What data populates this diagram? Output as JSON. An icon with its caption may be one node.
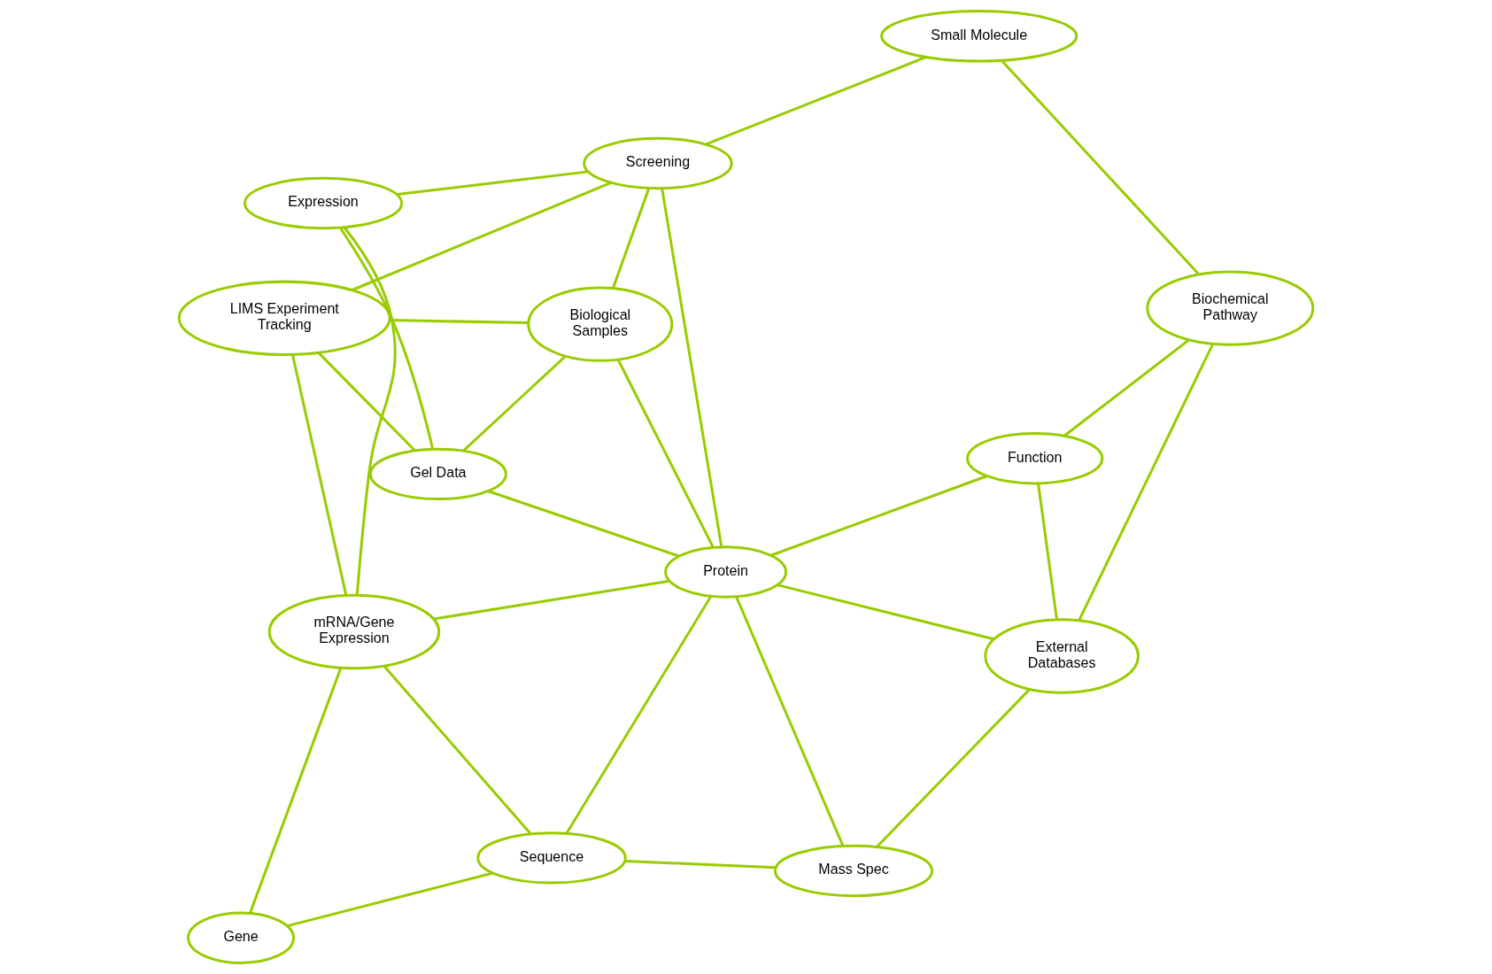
{
  "diagram": {
    "nodes": [
      {
        "text": [
          "Small Molecule"
        ]
      },
      {
        "text": [
          "Screening"
        ]
      },
      {
        "text": [
          "LIMS Experiment Tracking"
        ]
      },
      {
        "text": [
          "Biological Samples"
        ]
      },
      {
        "text": [
          "Expression"
        ]
      },
      {
        "text": [
          "Gel Data"
        ]
      },
      {
        "text": [
          "Protein"
        ]
      },
      {
        "text": [
          "Function"
        ]
      },
      {
        "text": [
          "mRNA/Gene Expression"
        ]
      },
      {
        "text": [
          "Sequence"
        ]
      },
      {
        "text": [
          "Biochemical Pathway"
        ]
      },
      {
        "text": [
          "External Databases"
        ]
      },
      {
        "text": [
          "Gene"
        ]
      },
      {
        "text": [
          "Mass Spec"
        ]
      }
    ],
    "edges": [
      {
        "from": 0,
        "to": 1,
        "arrow": "none"
      },
      {
        "from": 0,
        "to": 10,
        "arrow": "none"
      },
      {
        "from": 1,
        "to": 2,
        "arrow": "none"
      },
      {
        "from": 1,
        "to": 3,
        "arrow": "none"
      },
      {
        "from": 1,
        "to": 6,
        "arrow": "none"
      },
      {
        "from": 1,
        "to": 4,
        "arrow": "none"
      },
      {
        "from": 3,
        "to": 2,
        "arrow": "none"
      },
      {
        "from": 3,
        "to": 5,
        "arrow": "none"
      },
      {
        "from": 3,
        "to": 6,
        "arrow": "none"
      },
      {
        "from": 4,
        "to": 5,
        "arrow": "none"
      },
      {
        "from": 4,
        "to": 8,
        "arrow": "none"
      },
      {
        "from": 2,
        "to": 5,
        "arrow": "none"
      },
      {
        "from": 2,
        "to": 8,
        "arrow": "none"
      },
      {
        "from": 6,
        "to": 5,
        "arrow": "none"
      },
      {
        "from": 6,
        "to": 7,
        "arrow": "none"
      },
      {
        "from": 6,
        "to": 8,
        "arrow": "none"
      },
      {
        "from": 6,
        "to": 9,
        "arrow": "none"
      },
      {
        "from": 6,
        "to": 11,
        "arrow": "none"
      },
      {
        "from": 6,
        "to": 13,
        "arrow": "none"
      },
      {
        "from": 7,
        "to": 10,
        "arrow": "none"
      },
      {
        "from": 7,
        "to": 11,
        "arrow": "none"
      },
      {
        "from": 10,
        "to": 11,
        "arrow": "none"
      },
      {
        "from": 11,
        "to": 13,
        "arrow": "none"
      },
      {
        "from": 9,
        "to": 8,
        "arrow": "none"
      },
      {
        "from": 9,
        "to": 12,
        "arrow": "none"
      },
      {
        "from": 9,
        "to": 13,
        "arrow": "none"
      },
      {
        "from": 8,
        "to": 12,
        "arrow": "none"
      }
    ]
  }
}
